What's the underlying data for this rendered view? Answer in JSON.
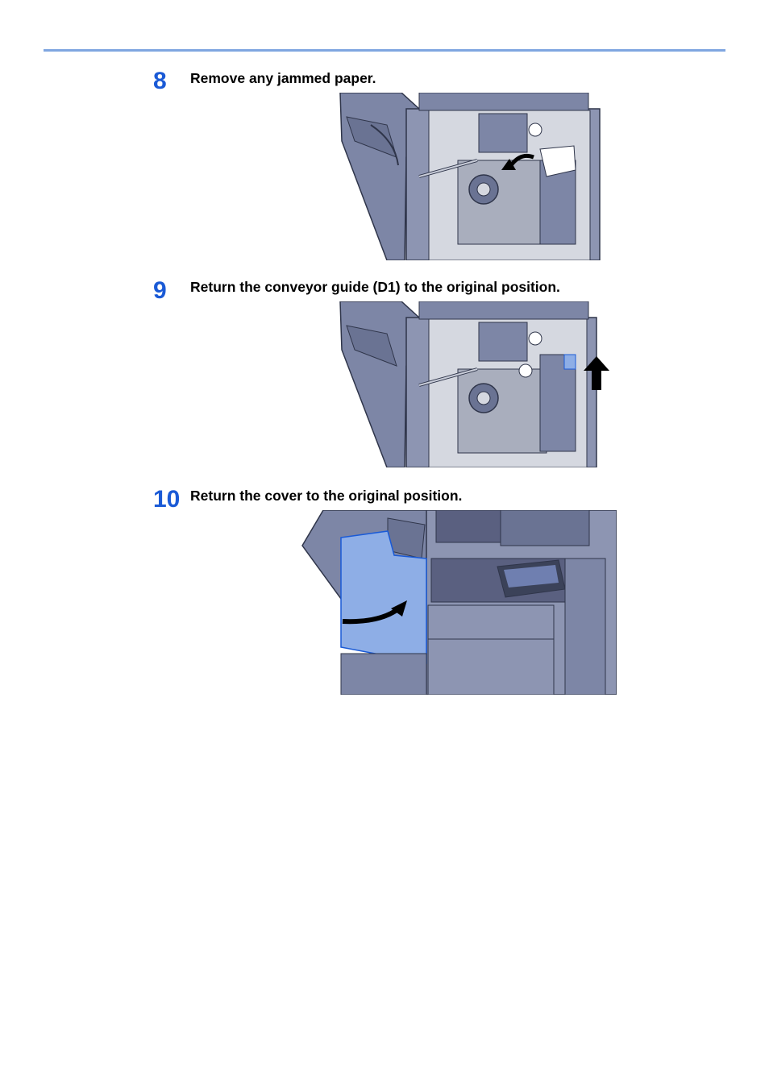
{
  "steps": [
    {
      "number": "8",
      "instruction": "Remove any jammed paper."
    },
    {
      "number": "9",
      "instruction": "Return the conveyor guide (D1) to the original position."
    },
    {
      "number": "10",
      "instruction": "Return the cover to the original position."
    }
  ],
  "colors": {
    "accent": "#1a5ad6",
    "rule": "#7fa6e0",
    "machine_body": "#7d86a6",
    "machine_dark": "#3b4259",
    "highlight": "#8eaee6"
  },
  "icons": [
    "curved-arrow-icon",
    "up-arrow-icon"
  ]
}
